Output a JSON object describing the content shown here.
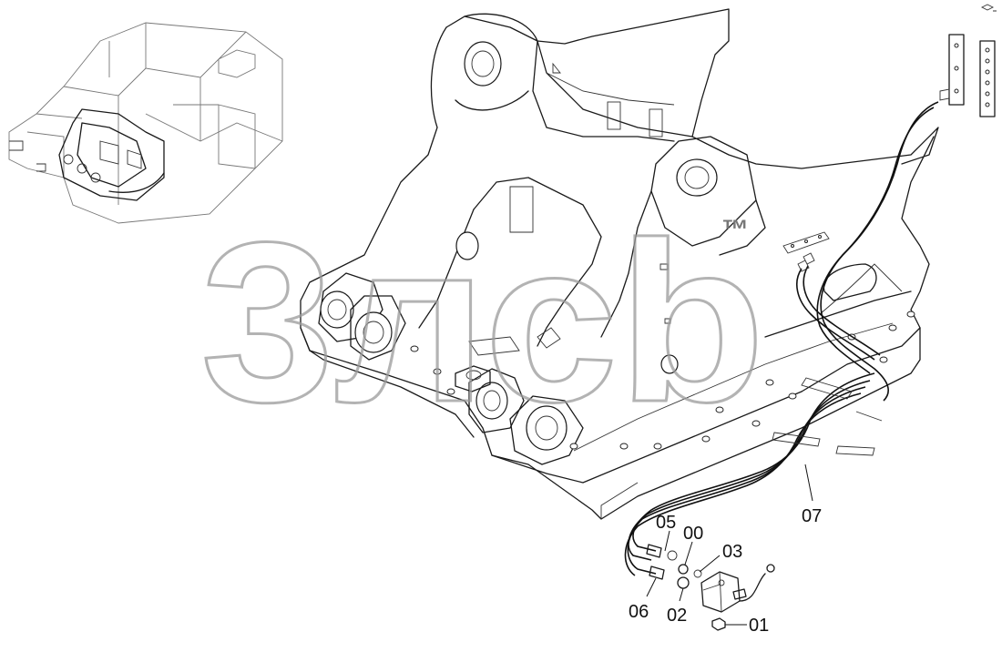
{
  "watermark": {
    "text": "3лсb",
    "trademark": "™"
  },
  "callouts": [
    {
      "id": "c01",
      "label": "01"
    },
    {
      "id": "c02",
      "label": "02"
    },
    {
      "id": "c00",
      "label": "00"
    },
    {
      "id": "c03",
      "label": "03"
    },
    {
      "id": "c05",
      "label": "05"
    },
    {
      "id": "c06",
      "label": "06"
    },
    {
      "id": "c07",
      "label": "07"
    }
  ],
  "colors": {
    "line": "#1a1a1a",
    "watermark": "#9a9a9a",
    "background": "#ffffff"
  }
}
